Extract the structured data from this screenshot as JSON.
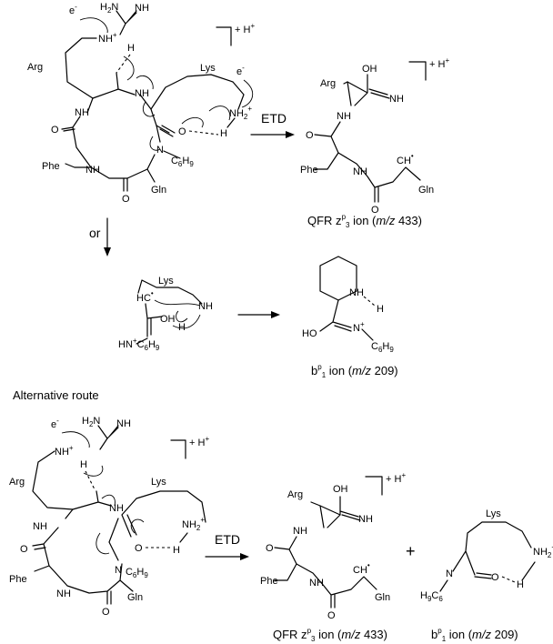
{
  "labels": {
    "electron": "e",
    "electron_sup": "-",
    "plus_h": "+ H",
    "plus_h_sup": "+",
    "arg": "Arg",
    "lys": "Lys",
    "phe": "Phe",
    "gln": "Gln",
    "etd": "ETD",
    "or": "or",
    "alt_route": "Alternative route",
    "plus": "+",
    "nh": "NH",
    "oh": "OH",
    "ho": "HO",
    "h": "H",
    "o": "O",
    "n": "N",
    "hc": "HC",
    "ch": "CH",
    "h2n": "H",
    "nh2": "NH",
    "c6h9": "C",
    "h9c6": "H",
    "n_plus": "N",
    "hn_plus": "HN",
    "nh_cat": "NH",
    "dot": "•"
  },
  "captions": {
    "qfr1_prefix": "QFR z",
    "qfr1_sup": "p",
    "qfr1_sub": "3",
    "qfr1_ion": " ion (",
    "qfr1_mz": "m/z",
    "qfr1_val": " 433)",
    "b1_prefix": "b",
    "b1_sup": "p",
    "b1_sub": "1",
    "b1_ion": " ion (",
    "b1_mz": "m/z",
    "b1_val": " 209)"
  }
}
